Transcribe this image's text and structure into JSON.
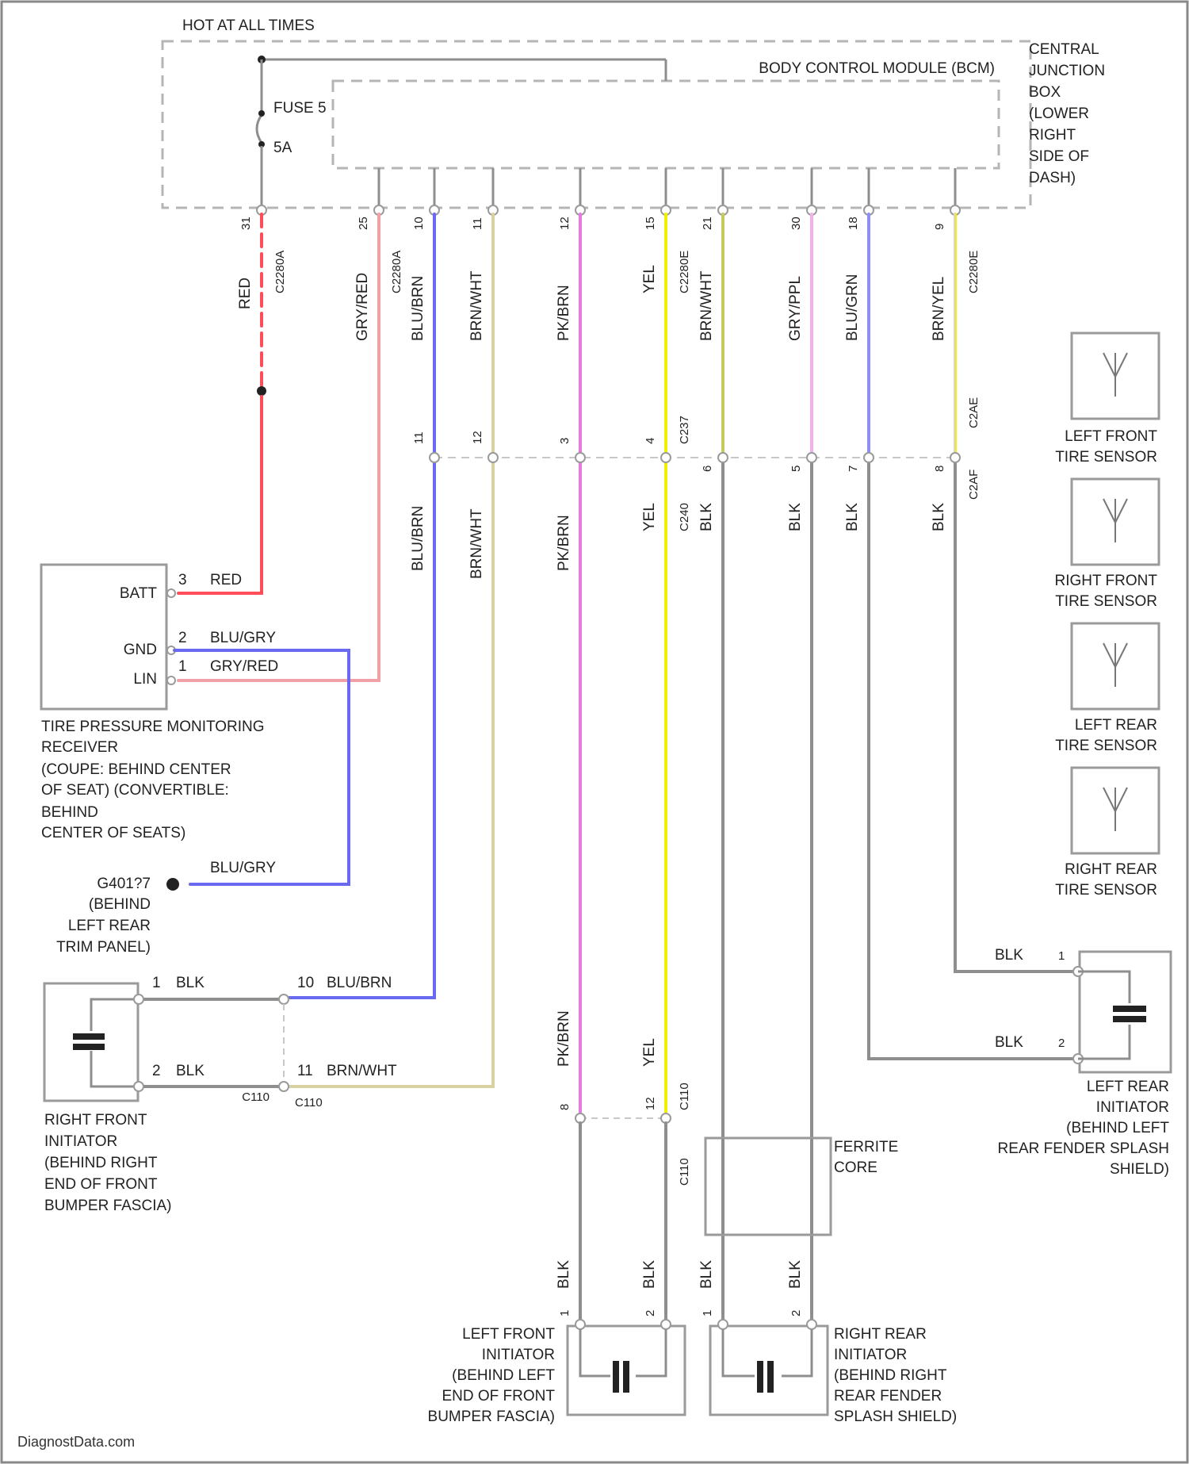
{
  "header": {
    "hot_at_all_times": "HOT AT ALL TIMES",
    "bcm": "BODY CONTROL MODULE (BCM)",
    "cjb": [
      "CENTRAL",
      "JUNCTION",
      "BOX",
      "(LOWER",
      "RIGHT",
      "SIDE OF",
      "DASH)"
    ],
    "fuse": "FUSE 5",
    "fuse_rating": "5A"
  },
  "top_wires": [
    {
      "pin": "31",
      "color_label": "RED",
      "conn": "C2280A",
      "color": "#ff4d5a"
    },
    {
      "pin": "25",
      "color_label": "GRY/RED",
      "conn": "C2280A",
      "color": "#f2a0a8"
    },
    {
      "pin": "10",
      "color_label": "BLU/BRN",
      "conn": "",
      "color": "#6a6af0"
    },
    {
      "pin": "11",
      "color_label": "BRN/WHT",
      "conn": "",
      "color": "#d8d2a0"
    },
    {
      "pin": "12",
      "color_label": "PK/BRN",
      "conn": "",
      "color": "#e77ae0"
    },
    {
      "pin": "15",
      "color_label": "YEL",
      "conn": "C2280E",
      "color": "#f0f000"
    },
    {
      "pin": "21",
      "color_label": "BRN/WHT",
      "conn": "",
      "color": "#c8c860"
    },
    {
      "pin": "30",
      "color_label": "GRY/PPL",
      "conn": "",
      "color": "#f2b0ec"
    },
    {
      "pin": "18",
      "color_label": "BLU/GRN",
      "conn": "",
      "color": "#8e8ef2"
    },
    {
      "pin": "9",
      "color_label": "BRN/YEL",
      "conn": "C2280E",
      "color": "#e8e070"
    }
  ],
  "mid_connectors": {
    "pins": [
      "11",
      "12",
      "3",
      "4",
      "6",
      "5",
      "7",
      "8"
    ],
    "c_labels": [
      "C237",
      "C240",
      "C2AE",
      "C2AF"
    ],
    "lower_labels": [
      "BLU/BRN",
      "BRN/WHT",
      "PK/BRN",
      "YEL",
      "BLK",
      "BLK",
      "BLK",
      "BLK"
    ]
  },
  "receiver": {
    "pins": [
      {
        "name": "BATT",
        "num": "3",
        "wire": "RED"
      },
      {
        "name": "GND",
        "num": "2",
        "wire": "BLU/GRY"
      },
      {
        "name": "LIN",
        "num": "1",
        "wire": "GRY/RED"
      }
    ],
    "caption": [
      "TIRE PRESSURE MONITORING",
      "RECEIVER",
      "(COUPE: BEHIND CENTER",
      "OF SEAT) (CONVERTIBLE:",
      "BEHIND",
      "CENTER OF SEATS)"
    ]
  },
  "ground": {
    "id": "G401?7",
    "wire": "BLU/GRY",
    "caption": [
      "(BEHIND",
      "LEFT REAR",
      "TRIM PANEL)"
    ]
  },
  "right_front_initiator": {
    "pin1": "1",
    "wire1": "BLK",
    "pin2": "2",
    "wire2": "BLK",
    "conn_pin10": "10",
    "conn_wire10": "BLU/BRN",
    "conn_pin11": "11",
    "conn_wire11": "BRN/WHT",
    "c_left": "C110",
    "c_right": "C110",
    "caption": [
      "RIGHT FRONT",
      "INITIATOR",
      "(BEHIND RIGHT",
      "END OF FRONT",
      "BUMPER FASCIA)"
    ]
  },
  "sensors": [
    {
      "caption": [
        "LEFT FRONT",
        "TIRE SENSOR"
      ]
    },
    {
      "caption": [
        "RIGHT FRONT",
        "TIRE SENSOR"
      ]
    },
    {
      "caption": [
        "LEFT REAR",
        "TIRE SENSOR"
      ]
    },
    {
      "caption": [
        "RIGHT REAR",
        "TIRE SENSOR"
      ]
    }
  ],
  "left_rear_initiator": {
    "pin1": "1",
    "wire1": "BLK",
    "pin2": "2",
    "wire2": "BLK",
    "caption": [
      "LEFT REAR",
      "INITIATOR",
      "(BEHIND LEFT",
      "REAR FENDER SPLASH",
      "SHIELD)"
    ]
  },
  "lower_connector": {
    "pin_a": "8",
    "wire_a": "PK/BRN",
    "pin_b": "12",
    "wire_b": "YEL",
    "conn": "C110",
    "conn2": "C110"
  },
  "ferrite": [
    "FERRITE",
    "CORE"
  ],
  "left_front_initiator": {
    "pins": [
      "1",
      "2"
    ],
    "wires": [
      "BLK",
      "BLK"
    ],
    "caption": [
      "LEFT FRONT",
      "INITIATOR",
      "(BEHIND LEFT",
      "END OF FRONT",
      "BUMPER FASCIA)"
    ]
  },
  "right_rear_initiator": {
    "pins": [
      "1",
      "2"
    ],
    "wires": [
      "BLK",
      "BLK"
    ],
    "caption": [
      "RIGHT REAR",
      "INITIATOR",
      "(BEHIND RIGHT",
      "REAR FENDER",
      "SPLASH SHIELD)"
    ]
  },
  "watermark": "DiagnostData.com",
  "colors": {
    "red": "#ff4d5a",
    "blue": "#6a6af0",
    "pink": "#f2a0a8",
    "gray_wire": "#8e8e8e"
  }
}
